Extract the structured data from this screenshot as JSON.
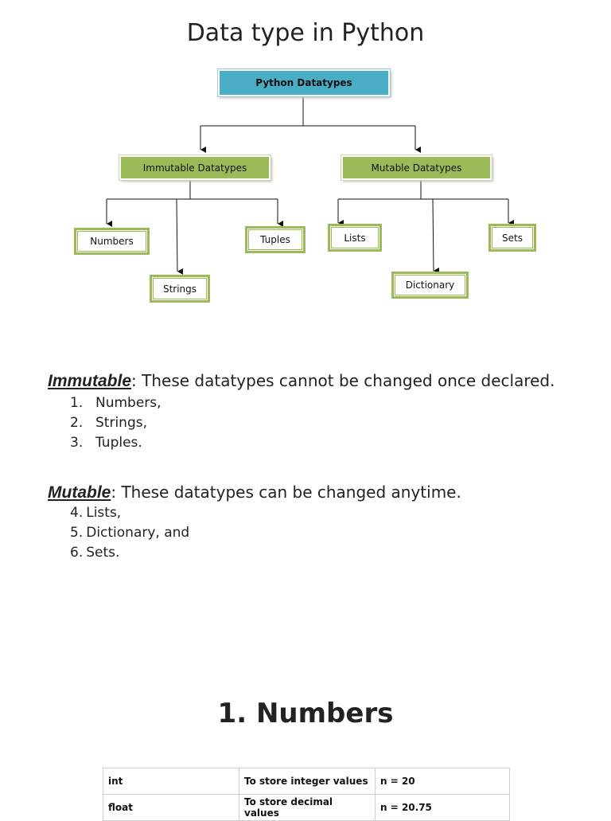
{
  "title": "Data type in Python",
  "diagram": {
    "root": "Python Datatypes",
    "immutable": "Immutable Datatypes",
    "mutable": "Mutable Datatypes",
    "leaves": {
      "numbers": "Numbers",
      "strings": "Strings",
      "tuples": "Tuples",
      "lists": "Lists",
      "dictionary": "Dictionary",
      "sets": "Sets"
    }
  },
  "immutable_section": {
    "keyword": "Immutable",
    "text": ": These datatypes cannot be changed once declared.",
    "items": [
      {
        "num": "1.",
        "label": "Numbers,"
      },
      {
        "num": "2.",
        "label": "Strings,"
      },
      {
        "num": "3.",
        "label": "Tuples."
      }
    ]
  },
  "mutable_section": {
    "keyword": "Mutable",
    "text": ": These datatypes can be changed anytime.",
    "items": [
      {
        "num": "4.",
        "label": "Lists,"
      },
      {
        "num": "5.",
        "label": "Dictionary, and"
      },
      {
        "num": "6.",
        "label": "Sets."
      }
    ]
  },
  "numbers_section": {
    "heading": "1. Numbers",
    "rows": [
      [
        "int",
        "To store integer values",
        "n = 20"
      ],
      [
        "float",
        "To store decimal values",
        "n = 20.75"
      ]
    ]
  }
}
